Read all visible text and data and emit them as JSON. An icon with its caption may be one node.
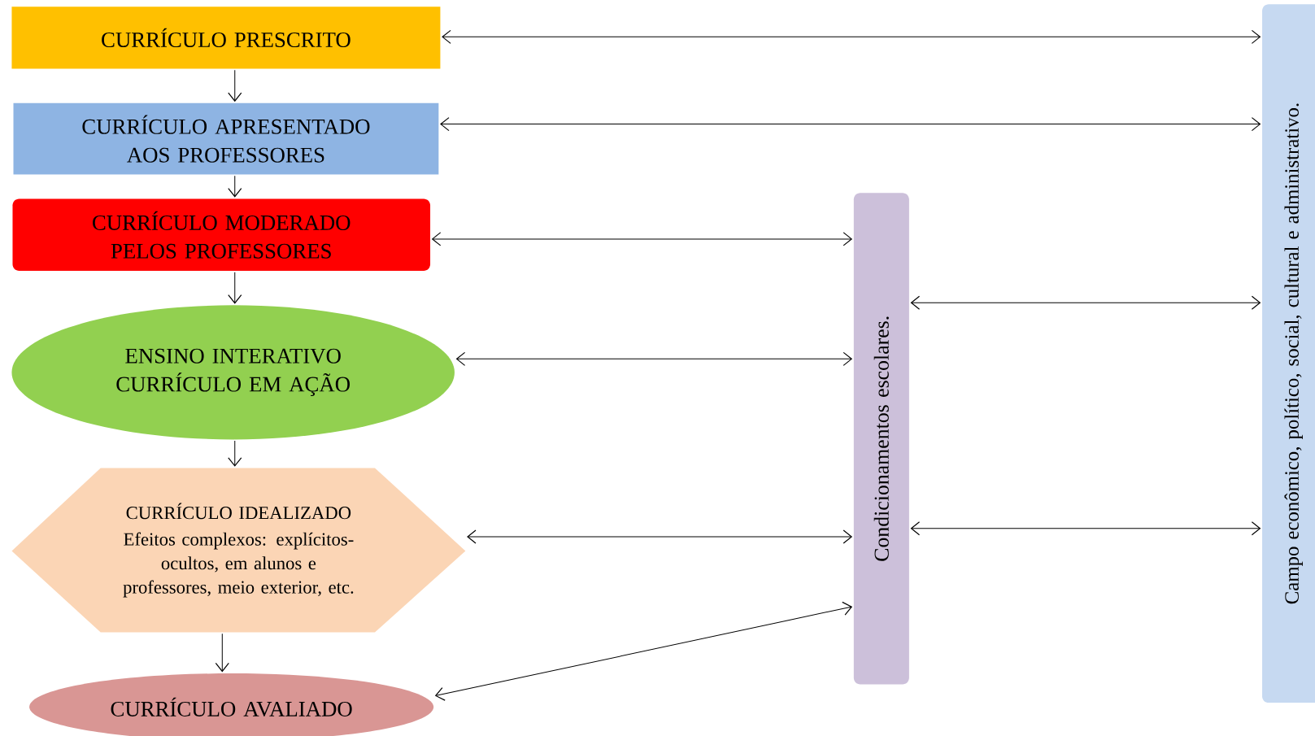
{
  "diagram": {
    "nodes": [
      {
        "text": [
          "CURRÍCULO PRESCRITO"
        ]
      },
      {
        "text": [
          "CURRÍCULO APRESENTADO AOS PROFESSORES"
        ]
      },
      {
        "text": [
          "CURRÍCULO MODERADO PELOS PROFESSORES"
        ]
      },
      {
        "text": [
          "ENSINO INTERATIVO CURRÍCULO EM AÇÃO"
        ]
      },
      {
        "text": [
          "CURRÍCULO IDEALIZADO",
          "Efeitos complexos: explícitos-ocultos, em alunos e professores, meio exterior, etc."
        ]
      },
      {
        "text": [
          "CURRÍCULO AVALIADO"
        ]
      },
      {
        "text": [
          "Condicionamentos escolares."
        ]
      },
      {
        "text": [
          "Campo econômico, político, social, cultural e administrativo."
        ]
      }
    ],
    "edges": [
      {
        "from": 0,
        "to": 1,
        "arrow": "to"
      },
      {
        "from": 1,
        "to": 2,
        "arrow": "to"
      },
      {
        "from": 2,
        "to": 3,
        "arrow": "to"
      },
      {
        "from": 3,
        "to": 4,
        "arrow": "to"
      },
      {
        "from": 4,
        "to": 5,
        "arrow": "to"
      },
      {
        "from": 0,
        "to": 7,
        "arrow": "both"
      },
      {
        "from": 1,
        "to": 7,
        "arrow": "both"
      },
      {
        "from": 2,
        "to": 6,
        "arrow": "both"
      },
      {
        "from": 3,
        "to": 6,
        "arrow": "both"
      },
      {
        "from": 4,
        "to": 6,
        "arrow": "both"
      },
      {
        "from": 5,
        "to": 6,
        "arrow": "both"
      },
      {
        "from": 6,
        "to": 7,
        "arrow": "both"
      },
      {
        "from": 6,
        "to": 7,
        "arrow": "both"
      }
    ]
  }
}
